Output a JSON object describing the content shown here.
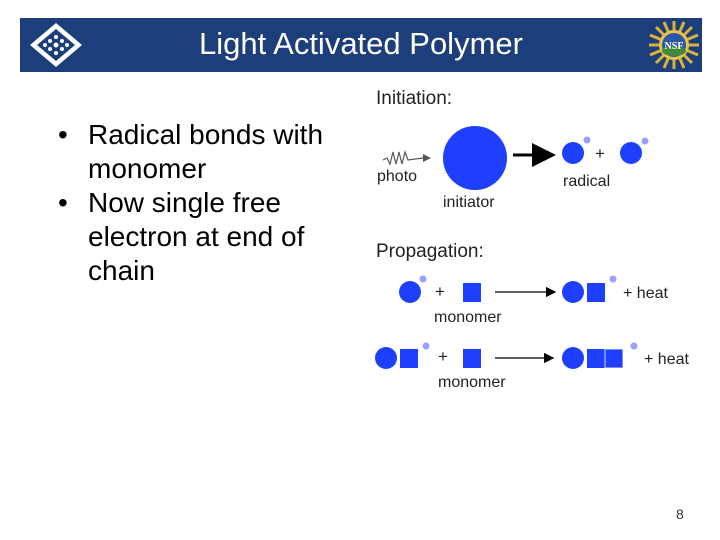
{
  "slide": {
    "title": "Light Activated Polymer",
    "page_number": "8",
    "bullets": [
      "Radical bonds with monomer",
      "Now single free electron at end of chain"
    ]
  },
  "diagram": {
    "initiation_label": "Initiation:",
    "photo_label": "photo",
    "initiator_label": "initiator",
    "plus": "+",
    "radical_label": "radical",
    "propagation_label": "Propagation:",
    "monomer_label": "monomer",
    "heat_label": "+ heat"
  },
  "colors": {
    "title_bar": "#1c3f7b",
    "particle_blue": "#1f3fff",
    "electron": "#9aa0ff"
  }
}
